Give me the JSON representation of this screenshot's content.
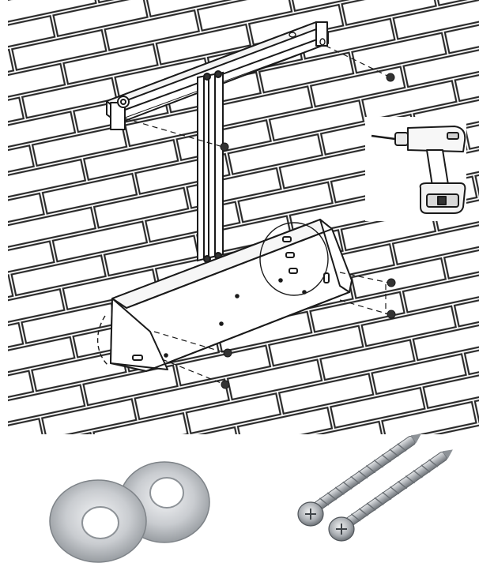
{
  "illustration": {
    "scene": "wall-mount-bracket-installation",
    "components": [
      "brick-wall",
      "hanging-rail-bracket",
      "vertical-support-post",
      "lower-tray-bracket",
      "cordless-drill",
      "flat-washers",
      "hex-head-screws"
    ],
    "colors": {
      "line": "#1a1a1a",
      "wall_line": "#2a2a2a",
      "background": "#ffffff",
      "washer_metal": "#c9ccd0",
      "screw_metal": "#a9adb2"
    }
  }
}
